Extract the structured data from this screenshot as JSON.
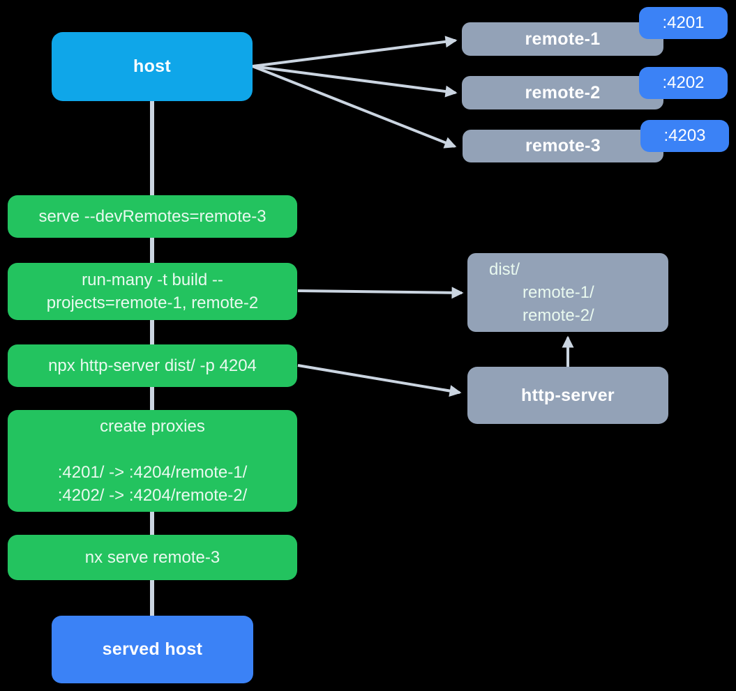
{
  "diagram": {
    "host": {
      "label": "host"
    },
    "served_host": {
      "label": "served host"
    },
    "remotes": [
      {
        "label": "remote-1",
        "port": ":4201"
      },
      {
        "label": "remote-2",
        "port": ":4202"
      },
      {
        "label": "remote-3",
        "port": ":4203"
      }
    ],
    "steps": [
      {
        "lines": [
          "serve --devRemotes=remote-3"
        ]
      },
      {
        "lines": [
          "run-many -t build --",
          "projects=remote-1, remote-2"
        ]
      },
      {
        "lines": [
          "npx http-server dist/ -p 4204"
        ]
      },
      {
        "lines": [
          "create proxies",
          "",
          ":4201/ -> :4204/remote-1/",
          ":4202/ -> :4204/remote-2/"
        ]
      },
      {
        "lines": [
          "nx serve remote-3"
        ]
      }
    ],
    "dist": {
      "lines": [
        "dist/",
        "remote-1/",
        "remote-2/"
      ]
    },
    "http_server": {
      "label": "http-server"
    },
    "colors": {
      "background": "#000000",
      "host_box": "#0fa6e9",
      "blue_accent": "#3b82f6",
      "gray_box": "#93a2b7",
      "green_box": "#23c35f",
      "connector": "#cbd5e1",
      "label_text": "#ffffff",
      "command_text": "#e9f9ef"
    }
  }
}
